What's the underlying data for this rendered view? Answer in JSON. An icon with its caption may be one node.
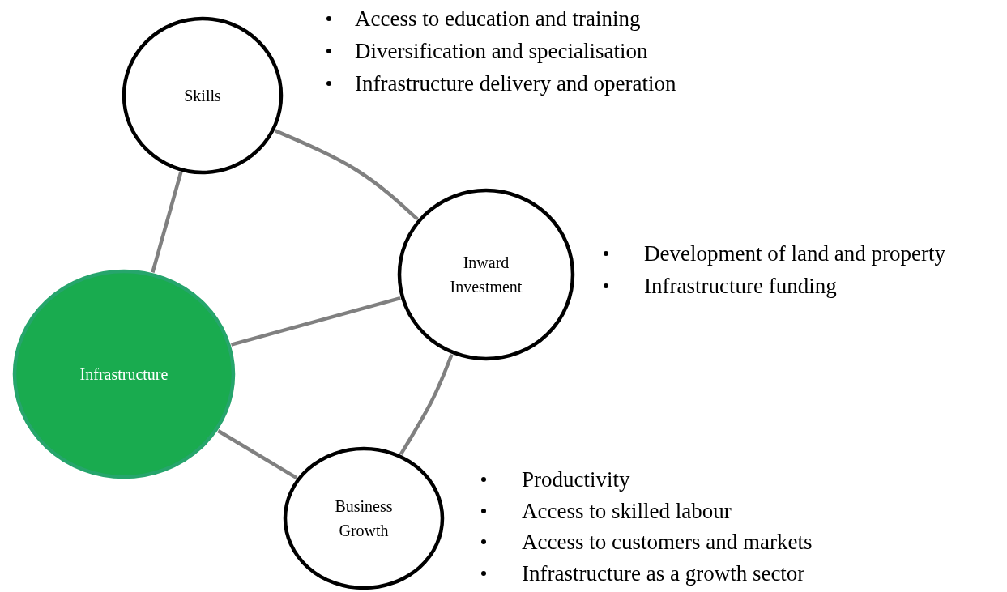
{
  "diagram": {
    "nodes": [
      {
        "text": [
          "Skills"
        ],
        "beside": [
          "Access to education and training",
          "Diversification and specialisation",
          "Infrastructure delivery and operation"
        ]
      },
      {
        "text": [
          "Inward Investment"
        ],
        "beside": [
          "Development of land and property",
          "Infrastructure funding"
        ]
      },
      {
        "text": [
          "Infrastructure"
        ]
      },
      {
        "text": [
          "Business Growth"
        ],
        "beside": [
          "Productivity",
          "Access to skilled labour",
          "Access to customers and markets",
          "Infrastructure as a growth sector"
        ]
      }
    ],
    "edges": [
      {
        "from": 2,
        "to": 0,
        "arrow": "none"
      },
      {
        "from": 0,
        "to": 1,
        "arrow": "none"
      },
      {
        "from": 2,
        "to": 1,
        "arrow": "none"
      },
      {
        "from": 1,
        "to": 3,
        "arrow": "none"
      },
      {
        "from": 2,
        "to": 3,
        "arrow": "none"
      }
    ]
  }
}
